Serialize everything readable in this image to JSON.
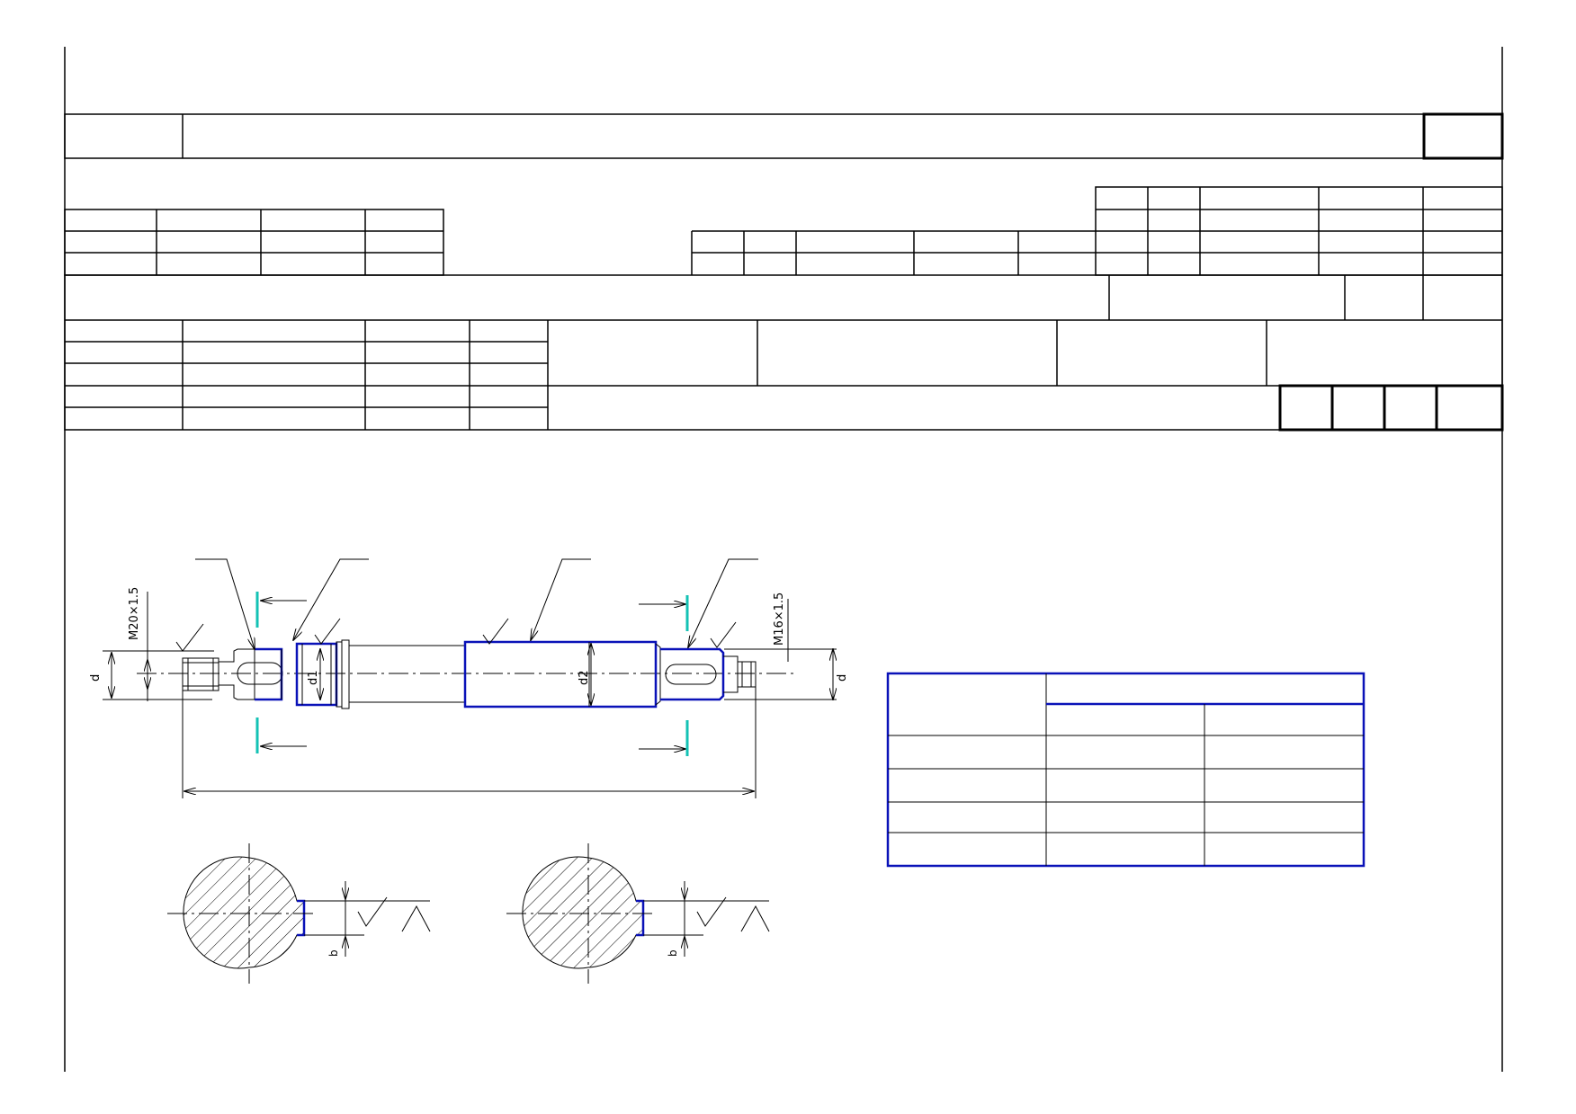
{
  "drawing": {
    "title": "Process card engineering drawing — shaft with keyway sections (text not legible in source)",
    "colors": {
      "line": "#000000",
      "highlight": "#0a12b8",
      "section_mark": "#14c2b4",
      "hatch": "#000000"
    },
    "dimension_labels": {
      "left_thread": "M20×1.5",
      "right_thread": "M16×1.5",
      "d_left": "d",
      "d1": "d1",
      "d2": "d2",
      "d_right": "d",
      "b_left": "b",
      "b_right": "b"
    },
    "icons": [
      "roughness-symbol",
      "section-arrow",
      "leader-line",
      "hatch-pattern"
    ]
  }
}
